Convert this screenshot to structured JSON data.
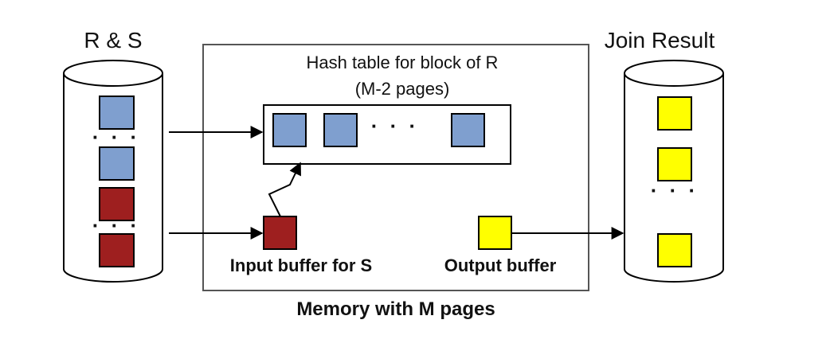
{
  "labels": {
    "left_storage_title": "R & S",
    "right_storage_title": "Join Result",
    "hash_table_title_line1": "Hash table for block of R",
    "hash_table_title_line2": "(M-2 pages)",
    "input_buffer_label": "Input buffer for S",
    "output_buffer_label": "Output buffer",
    "memory_label": "Memory with M pages",
    "ellipsis": "· · ·"
  },
  "colors": {
    "r_page": "#7f9fcf",
    "s_page": "#9e1f1f",
    "result_page": "#ffff00",
    "outline": "#000000",
    "memory_border": "#555555"
  }
}
